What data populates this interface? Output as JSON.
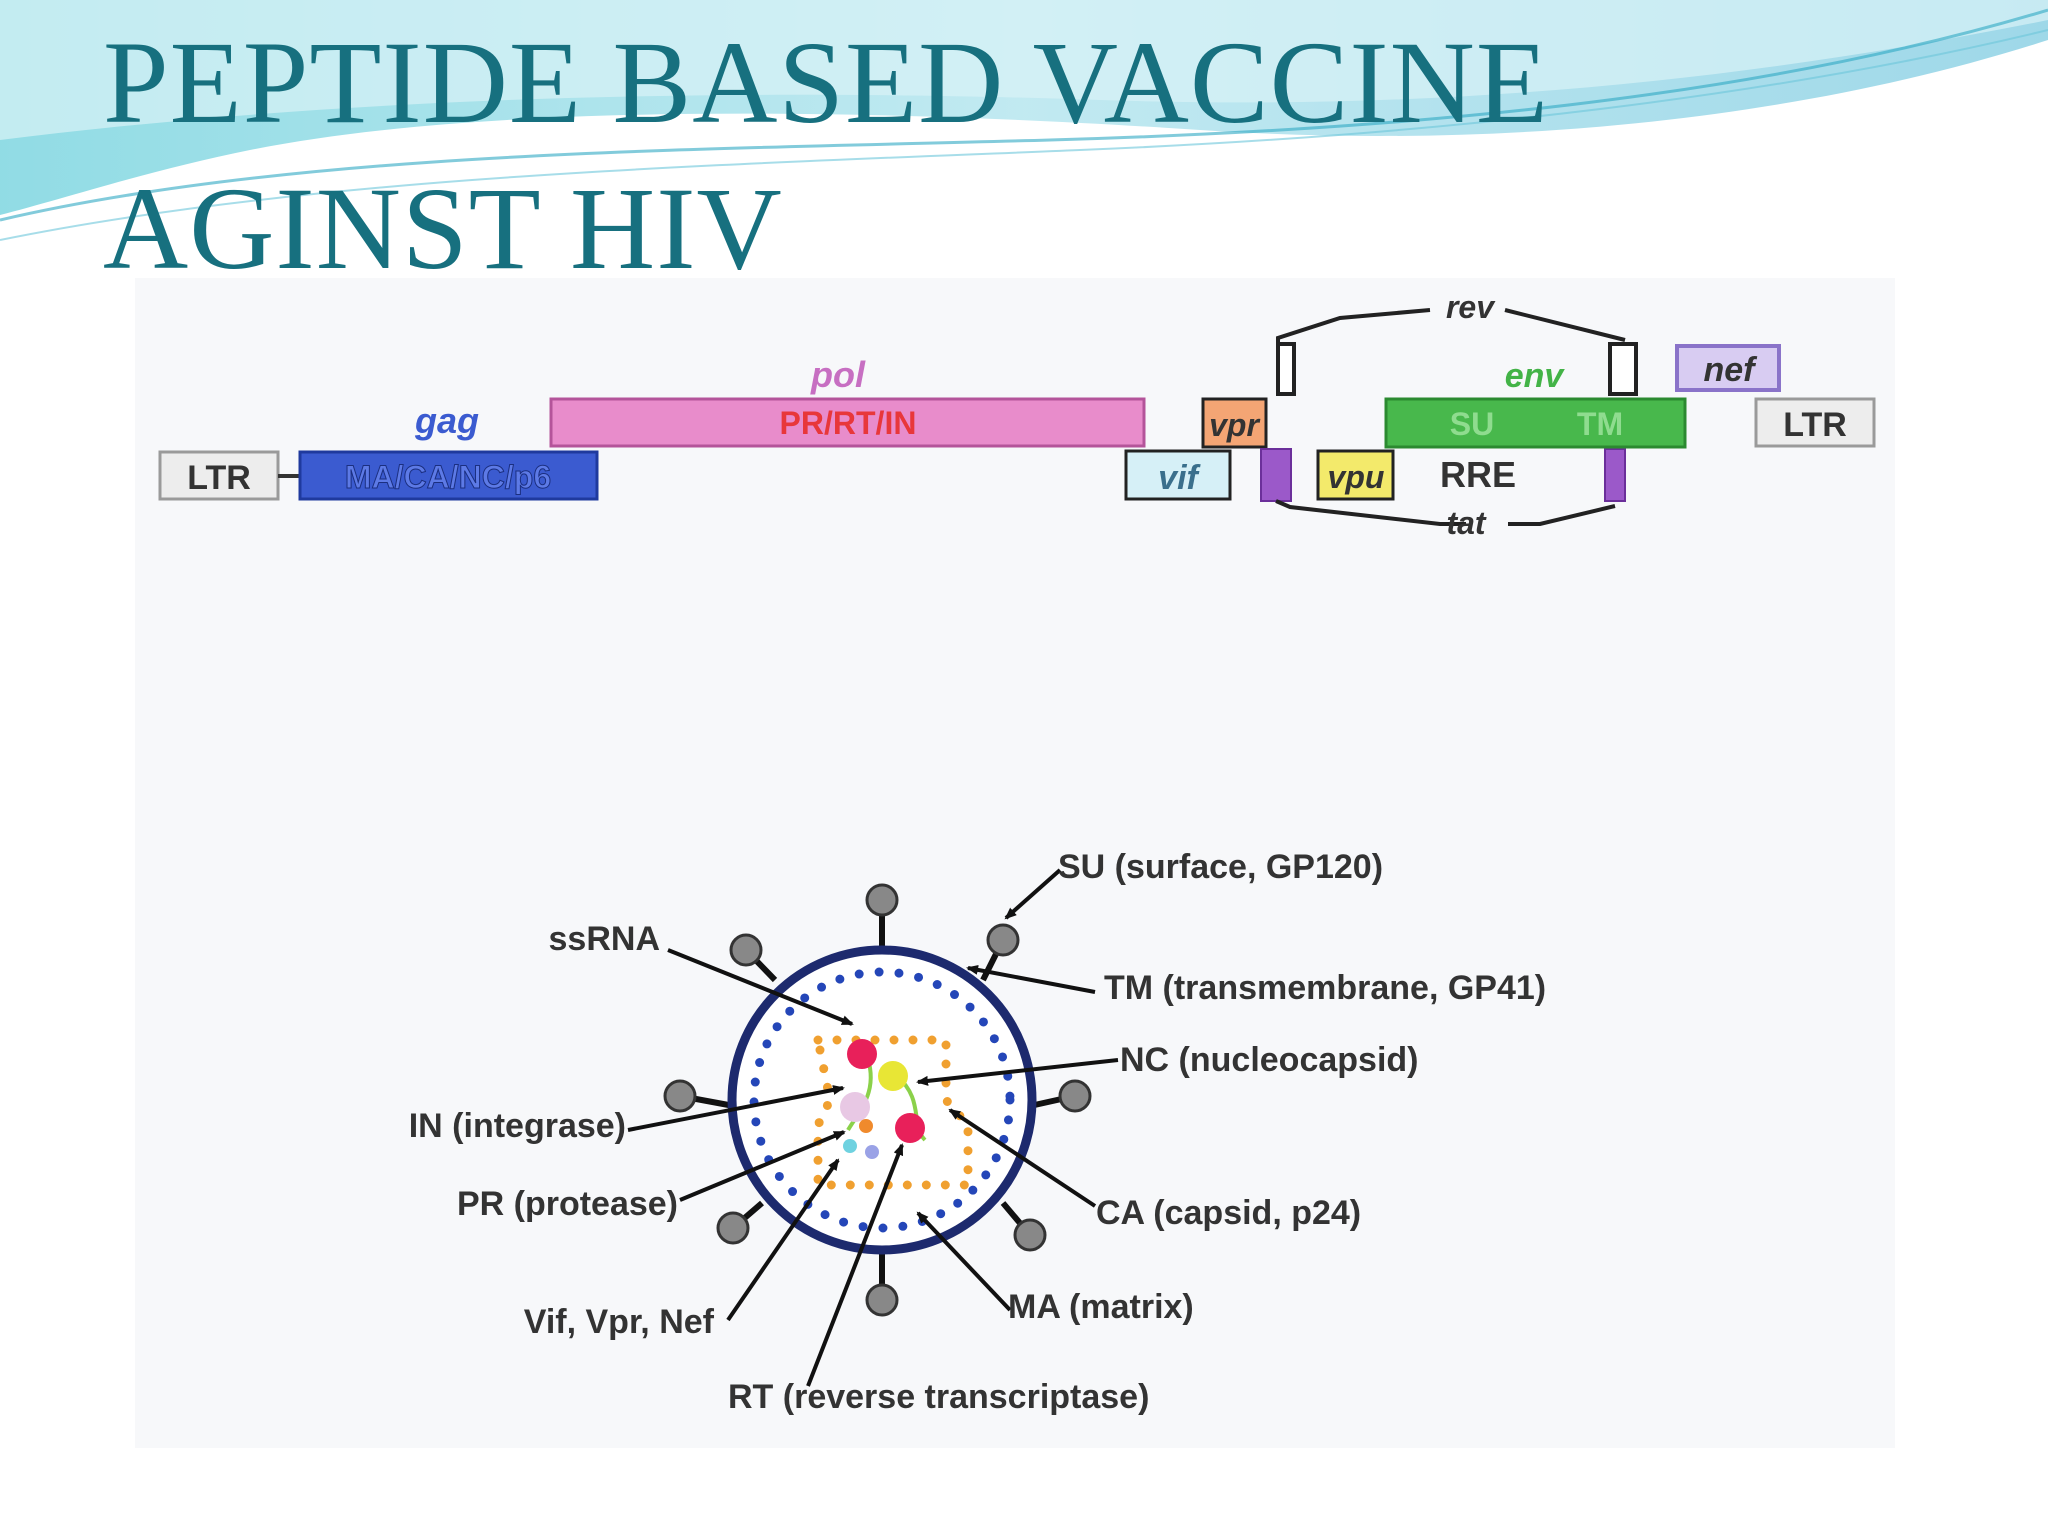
{
  "slide": {
    "title_line1": "PEPTIDE BASED VACCINE",
    "title_line2": "AGINST HIV"
  },
  "genome": {
    "ltr_left": "LTR",
    "ltr_right": "LTR",
    "gag_label": "gag",
    "gag_box": "MA/CA/NC/p6",
    "pol_label": "pol",
    "pol_box": "PR/RT/IN",
    "vif": "vif",
    "vpr": "vpr",
    "vpu": "vpu",
    "rev": "rev",
    "tat": "tat",
    "env_label": "env",
    "su": "SU",
    "tm": "TM",
    "rre": "RRE",
    "nef": "nef"
  },
  "virion": {
    "labels": {
      "su": "SU (surface, GP120)",
      "tm": "TM (transmembrane, GP41)",
      "nc": "NC (nucleocapsid)",
      "ca": "CA (capsid, p24)",
      "ma": "MA (matrix)",
      "rt": "RT (reverse transcriptase)",
      "vif_vpr_nef": "Vif, Vpr, Nef",
      "pr": "PR (protease)",
      "in": "IN (integrase)",
      "ssrna": "ssRNA"
    }
  },
  "colors": {
    "title": "#17707f",
    "gag": "#3b5bd0",
    "pol": "#e47fc2",
    "pol_text": "#e8373a",
    "env": "#43b347",
    "nef": "#b39be0",
    "vpr": "#f4a574",
    "vif": "#bde6f0",
    "vpu": "#f3ea6b",
    "tat": "#9b59c9",
    "membrane": "#1d2a6e",
    "matrix_dots": "#2446b8",
    "capsid_dots": "#f0a030"
  }
}
